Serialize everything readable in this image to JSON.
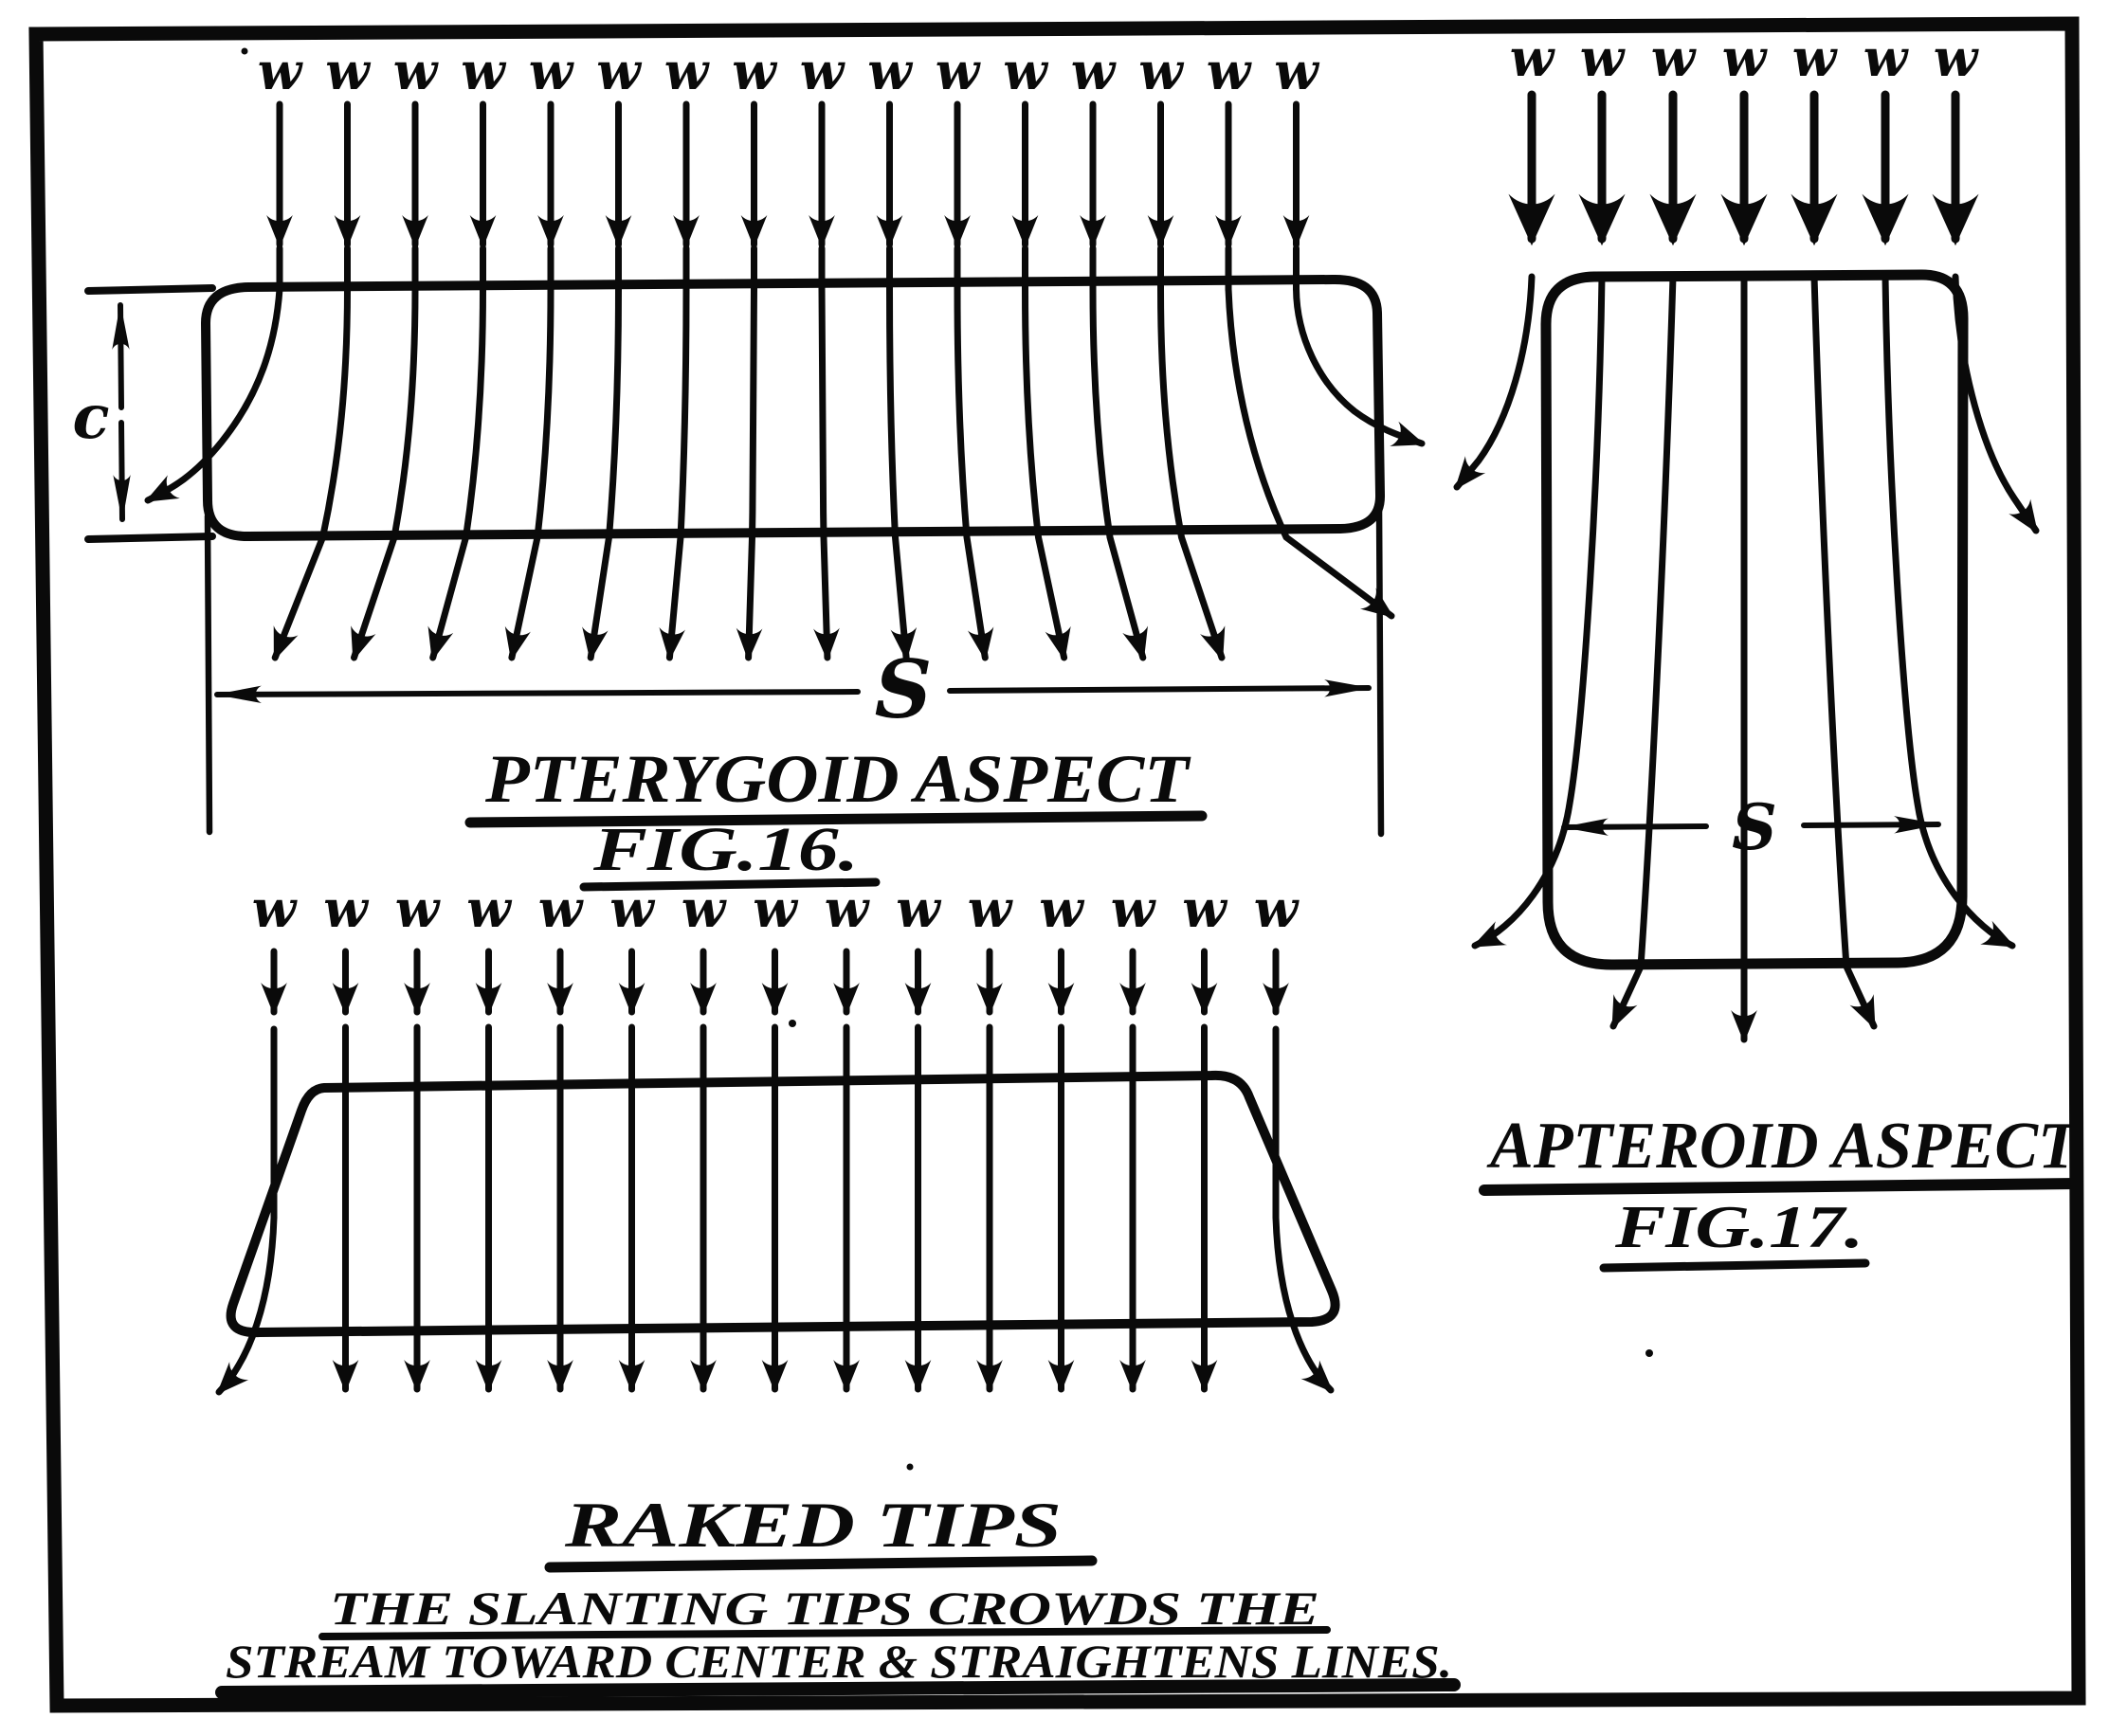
{
  "page": {
    "paper_color": "#ffffff",
    "ink_color": "#0a0a0a"
  },
  "figure16": {
    "title": "PTERYGOID ASPECT",
    "fig_label": "FIG.16.",
    "flow_label": "w",
    "flow_count": 16,
    "span_label": "S",
    "chord_label": "c"
  },
  "figure17": {
    "title": "APTEROID ASPECT",
    "fig_label": "FIG.17.",
    "flow_label": "w",
    "flow_count": 7,
    "span_label": "S"
  },
  "raked": {
    "title": "RAKED TIPS",
    "flow_label": "w",
    "flow_count": 15,
    "note_line1": "THE SLANTING TIPS CROWDS THE",
    "note_line2": "STREAM TOWARD CENTER & STRAIGHTENS LINES."
  }
}
